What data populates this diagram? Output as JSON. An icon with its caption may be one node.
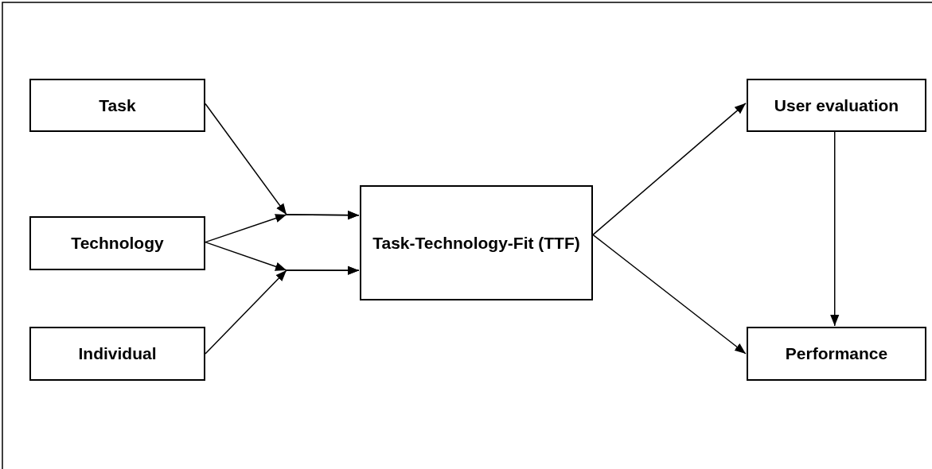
{
  "diagram": {
    "nodes": [
      {
        "text": [
          "Task"
        ]
      },
      {
        "text": [
          "Technology"
        ]
      },
      {
        "text": [
          "Individual"
        ]
      },
      {
        "text": [
          "Task-Technology-Fit (TTF)"
        ]
      },
      {
        "text": [
          "User evaluation"
        ]
      },
      {
        "text": [
          "Performance"
        ]
      }
    ],
    "edges": [
      {
        "from": 0,
        "to": 3,
        "arrow": "to"
      },
      {
        "from": 1,
        "to": 3,
        "arrow": "to"
      },
      {
        "from": 1,
        "to": 3,
        "arrow": "to"
      },
      {
        "from": 2,
        "to": 3,
        "arrow": "to"
      },
      {
        "from": 3,
        "to": 4,
        "arrow": "to"
      },
      {
        "from": 3,
        "to": 5,
        "arrow": "to"
      },
      {
        "from": 4,
        "to": 5,
        "arrow": "to"
      }
    ]
  }
}
